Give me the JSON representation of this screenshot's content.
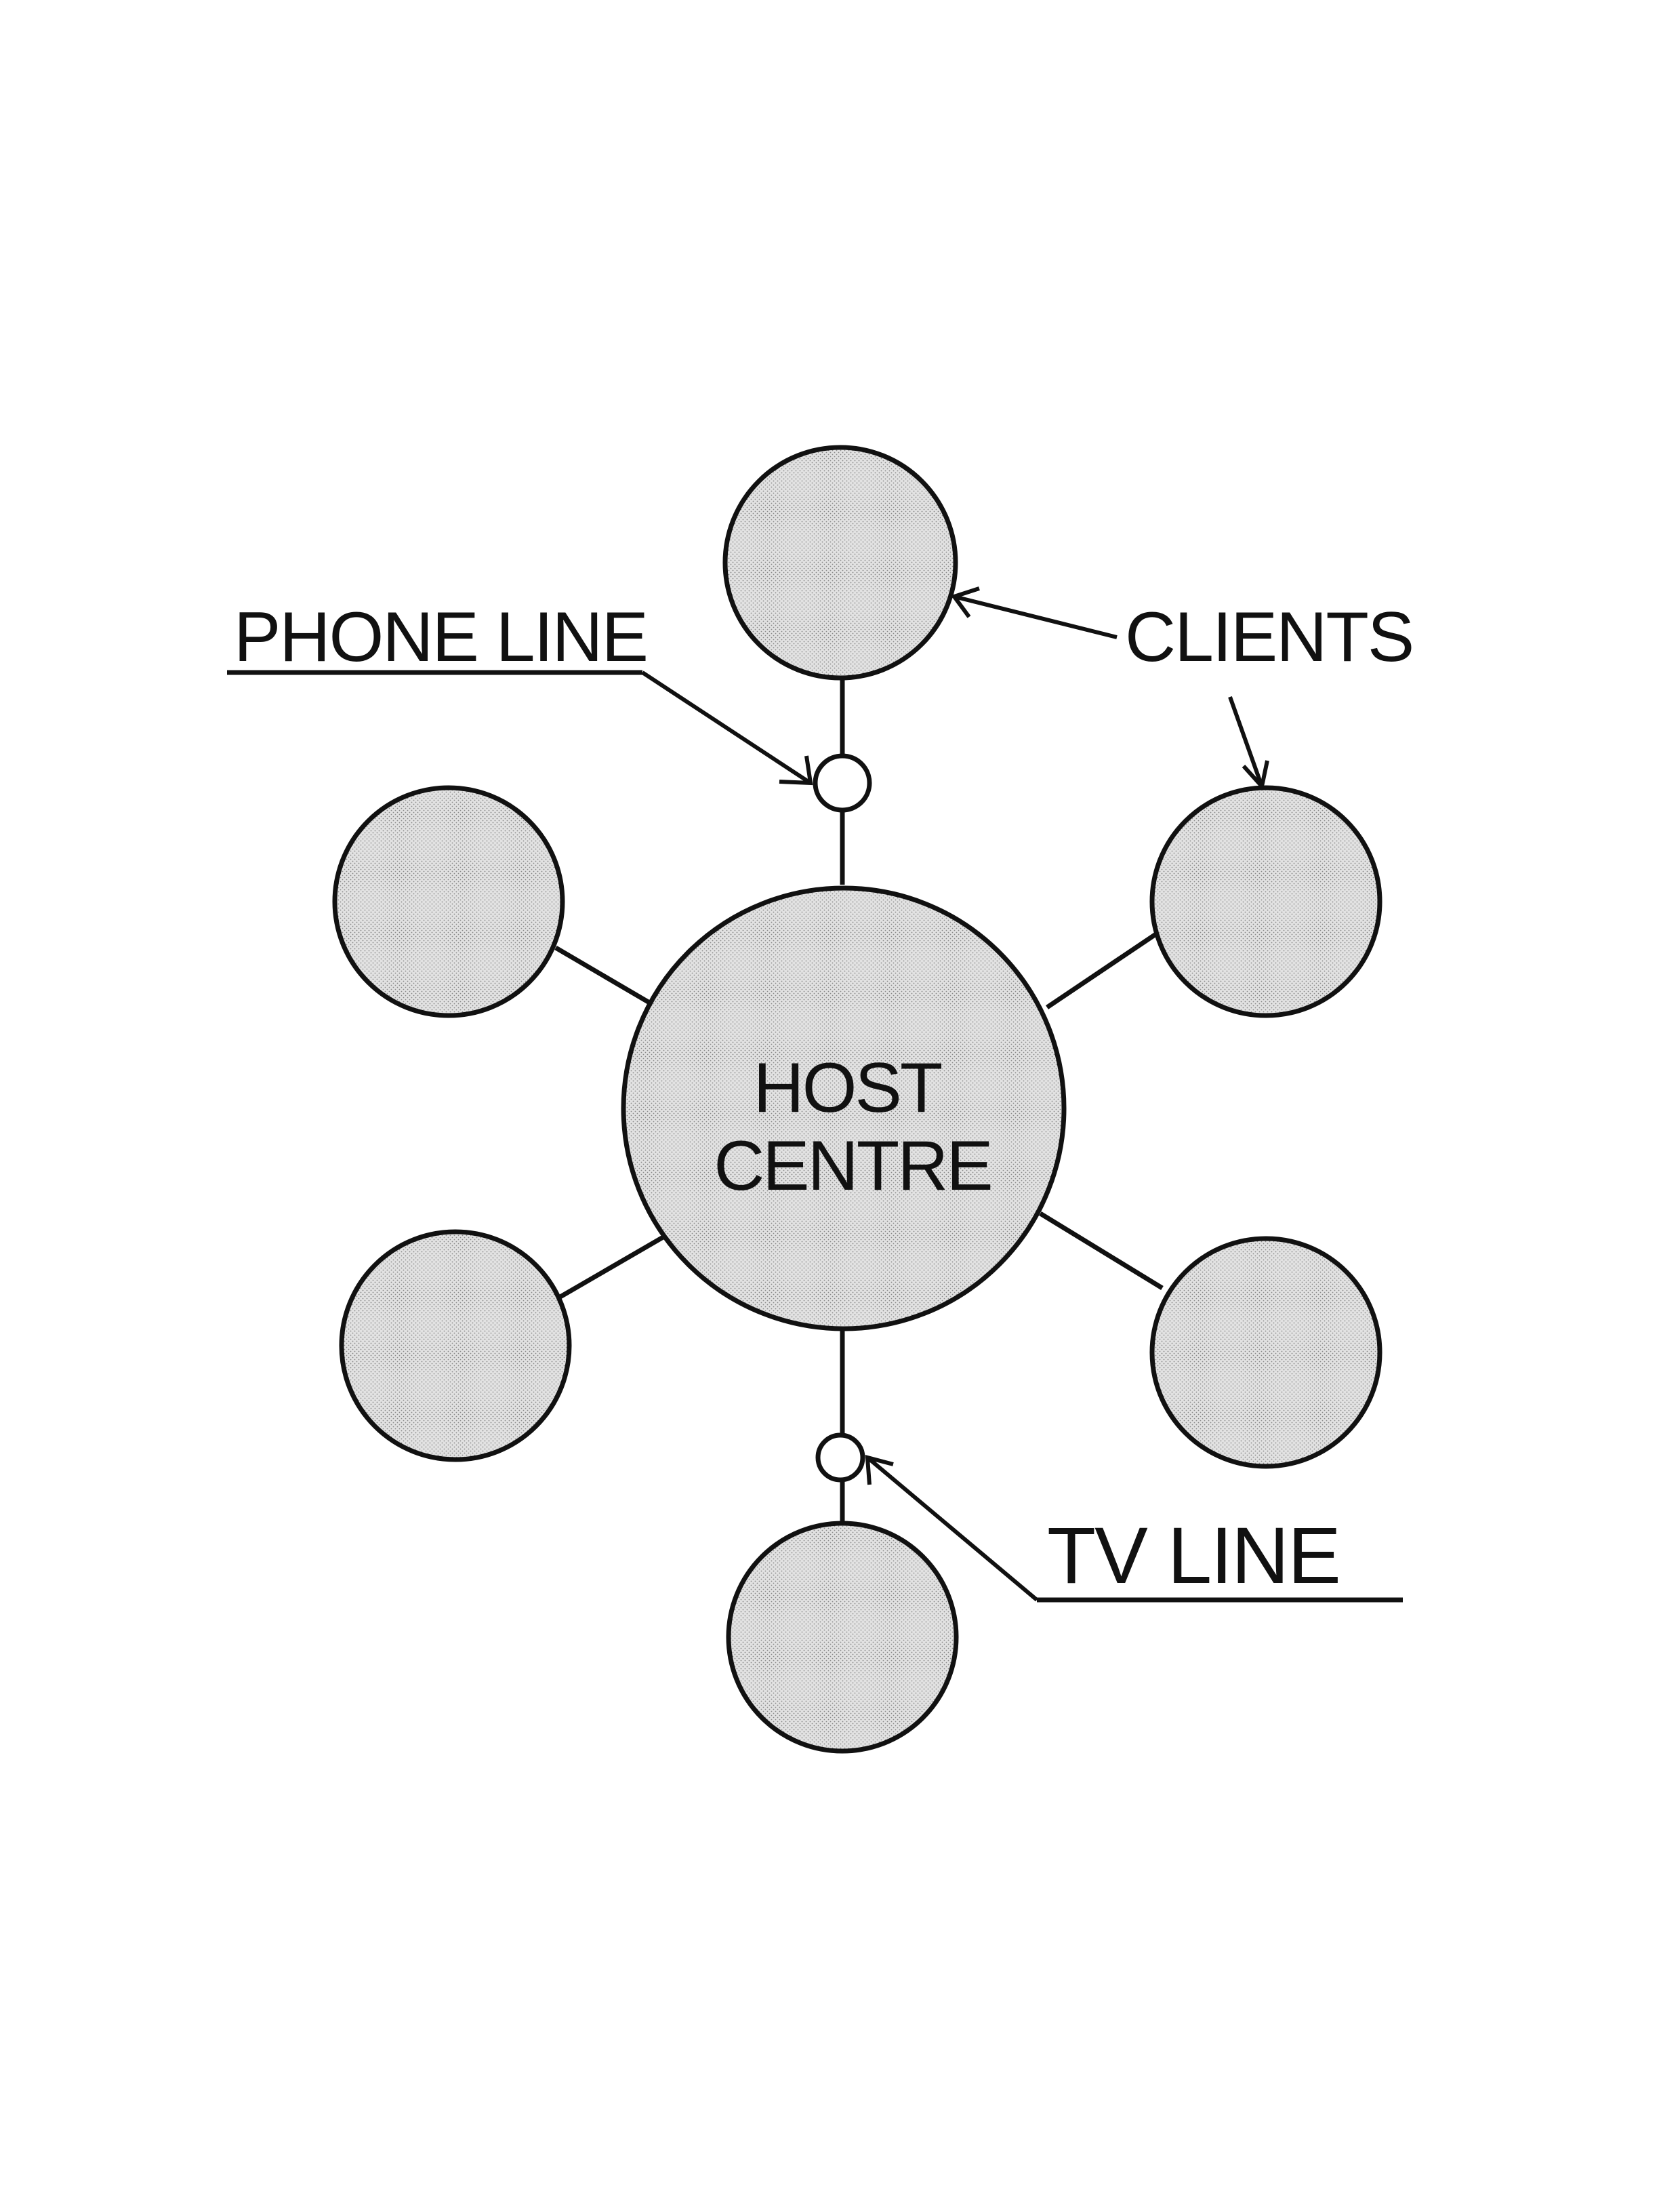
{
  "diagram": {
    "host": {
      "line1": "HOST",
      "line2": "CENTRE"
    },
    "labels": {
      "phone_line": "PHONE LINE",
      "clients": "CLIENTS",
      "tv_line": "TV LINE"
    },
    "colors": {
      "node_fill": "#d9d9d9",
      "stroke": "#111111",
      "background": "#ffffff"
    }
  }
}
